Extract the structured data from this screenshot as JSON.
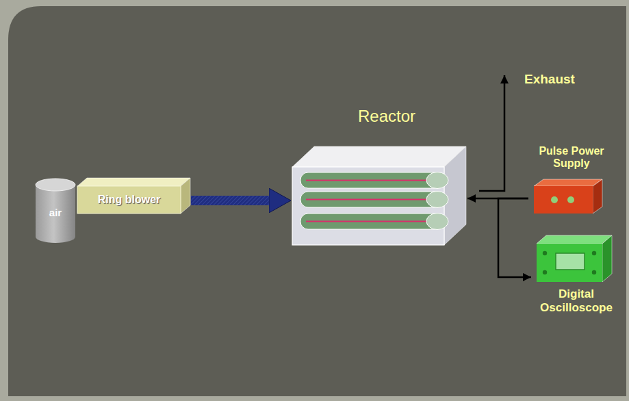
{
  "diagram": {
    "nodes": [
      {
        "text": [
          "air"
        ]
      },
      {
        "text": [
          "Ring blower"
        ]
      },
      {
        "text": [
          "Reactor"
        ]
      },
      {
        "text": [
          "Pulse Power Supply"
        ]
      },
      {
        "text": [
          "Digital Oscilloscope"
        ]
      }
    ],
    "edges": [
      {
        "from": 1,
        "to": 2,
        "arrow": "to"
      },
      {
        "from": 3,
        "to": 2,
        "arrow": "to"
      },
      {
        "from": 3,
        "to": 4,
        "arrow": "to"
      }
    ],
    "labels": [
      "Exhaust"
    ]
  }
}
